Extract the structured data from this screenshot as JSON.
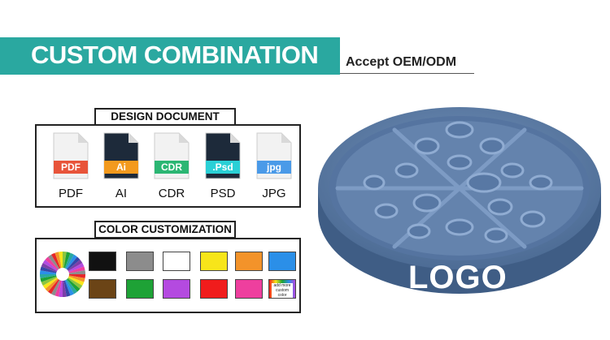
{
  "banner": {
    "title": "CUSTOM COMBINATION",
    "subtitle": "Accept OEM/ODM",
    "accent_color": "#2aa8a0"
  },
  "design_document": {
    "label": "DESIGN DOCUMENT",
    "files": [
      {
        "name": "PDF",
        "icon": "pdf-file-icon",
        "icon_text": "PDF",
        "color": "#e8543a"
      },
      {
        "name": "AI",
        "icon": "ai-file-icon",
        "icon_text": "Ai",
        "color": "#f39a1e"
      },
      {
        "name": "CDR",
        "icon": "cdr-file-icon",
        "icon_text": "CDR",
        "color": "#2bb673"
      },
      {
        "name": "PSD",
        "icon": "psd-file-icon",
        "icon_text": ".Psd",
        "color": "#2ad0d6"
      },
      {
        "name": "JPG",
        "icon": "jpg-file-icon",
        "icon_text": "jpg",
        "color": "#4a9ae8"
      }
    ]
  },
  "color_customization": {
    "label": "COLOR CUSTOMIZATION",
    "row1": [
      "#111111",
      "#8c8c8c",
      "#ffffff",
      "#f7e51a",
      "#f3932a",
      "#2b8fe8"
    ],
    "row2": [
      "#6b4416",
      "#1ea236",
      "#b44ae0",
      "#f01c1c",
      "#ee3f9e"
    ],
    "more_label": "add more custom color"
  },
  "product": {
    "logo_text": "LOGO",
    "color": "#5a7aa3"
  }
}
